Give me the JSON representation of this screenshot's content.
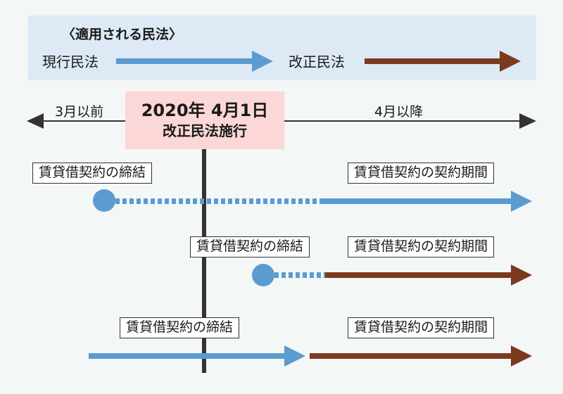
{
  "legend": {
    "heading": "〈適用される民法〉",
    "current_law": "現行民法",
    "revised_law": "改正民法"
  },
  "timeline": {
    "before_label": "3月以前",
    "after_label": "4月以降",
    "date": "2020年 4月1日",
    "event": "改正民法施行"
  },
  "rows": [
    {
      "signing_label": "賃貸借契約の締結",
      "period_label": "賃貸借契約の契約期間"
    },
    {
      "signing_label": "賃貸借契約の締結",
      "period_label": "賃貸借契約の契約期間"
    },
    {
      "signing_label": "賃貸借契約の締結",
      "period_label": "賃貸借契約の契約期間"
    }
  ],
  "colors": {
    "current_law": "#5b9bd0",
    "revised_law": "#7b3a1e",
    "legend_bg": "#dde9f5",
    "date_bg": "#fbd7d7",
    "axis": "#333333"
  }
}
